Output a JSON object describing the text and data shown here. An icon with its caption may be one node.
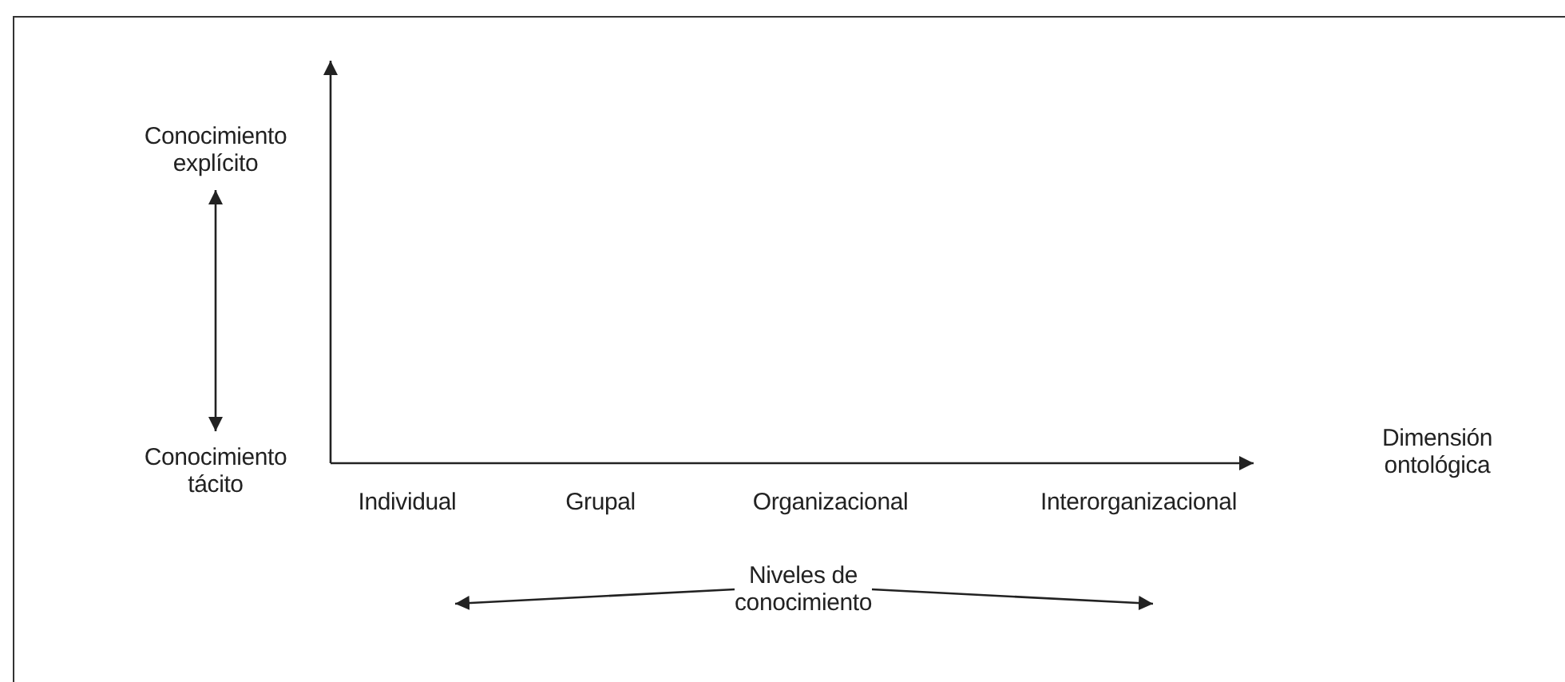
{
  "diagram": {
    "nodes": [
      {
        "text": [
          "Conocimiento explícito"
        ]
      },
      {
        "text": [
          "Conocimiento tácito"
        ]
      },
      {
        "text": [
          "Niveles de conocimiento"
        ]
      }
    ],
    "edges": [
      {
        "from": 0,
        "to": 1,
        "arrow": "both"
      },
      {
        "from": 2,
        "to": null,
        "arrow": "to"
      },
      {
        "from": 2,
        "to": null,
        "arrow": "to"
      }
    ],
    "labels": [
      "Dimensión ontológica",
      "Individual",
      "Grupal",
      "Organizacional",
      "Interorganizacional"
    ]
  }
}
